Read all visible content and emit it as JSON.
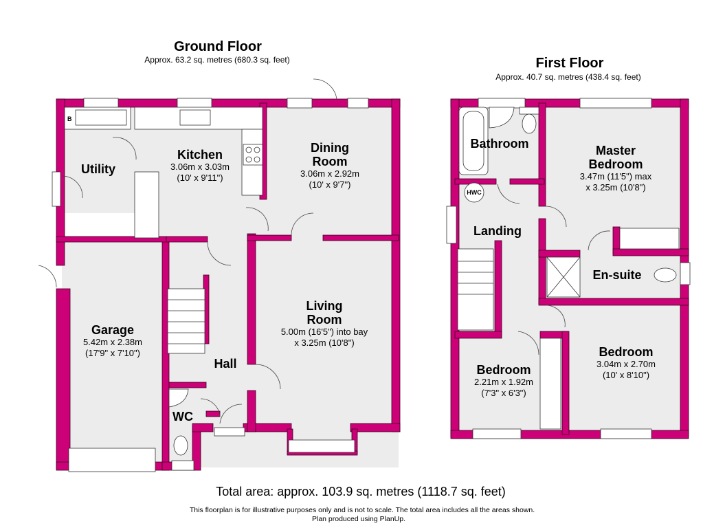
{
  "ground_floor": {
    "title": "Ground Floor",
    "area": "Approx. 63.2 sq. metres (680.3 sq. feet)"
  },
  "first_floor": {
    "title": "First Floor",
    "area": "Approx. 40.7 sq. metres (438.4 sq. feet)"
  },
  "rooms": {
    "utility": {
      "name": "Utility"
    },
    "boiler": {
      "label": "B"
    },
    "kitchen": {
      "name": "Kitchen",
      "dim1": "3.06m x 3.03m",
      "dim2": "(10' x 9'11\")"
    },
    "dining": {
      "name1": "Dining",
      "name2": "Room",
      "dim1": "3.06m x 2.92m",
      "dim2": "(10' x 9'7\")"
    },
    "garage": {
      "name": "Garage",
      "dim1": "5.42m x 2.38m",
      "dim2": "(17'9\" x 7'10\")"
    },
    "living": {
      "name1": "Living",
      "name2": "Room",
      "dim1": "5.00m (16'5\") into bay",
      "dim2": "x 3.25m (10'8\")"
    },
    "hall": {
      "name": "Hall"
    },
    "wc": {
      "name": "WC"
    },
    "bathroom": {
      "name": "Bathroom"
    },
    "hwc": {
      "label": "HWC"
    },
    "master": {
      "name1": "Master",
      "name2": "Bedroom",
      "dim1": "3.47m (11'5\") max",
      "dim2": "x 3.25m (10'8\")"
    },
    "landing": {
      "name": "Landing"
    },
    "ensuite": {
      "name": "En-suite"
    },
    "bedroom2": {
      "name": "Bedroom",
      "dim1": "2.21m x 1.92m",
      "dim2": "(7'3\" x 6'3\")"
    },
    "bedroom3": {
      "name": "Bedroom",
      "dim1": "3.04m x 2.70m",
      "dim2": "(10' x 8'10\")"
    }
  },
  "footer": {
    "total": "Total area: approx. 103.9 sq. metres (1118.7 sq. feet)",
    "disclaimer1": "This floorplan is for illustrative purposes only and is not to scale. The total area includes all the areas shown.",
    "disclaimer2": "Plan produced using PlanUp."
  },
  "colors": {
    "wall": "#cc0077",
    "floor": "#ececec",
    "outline": "#000000"
  }
}
